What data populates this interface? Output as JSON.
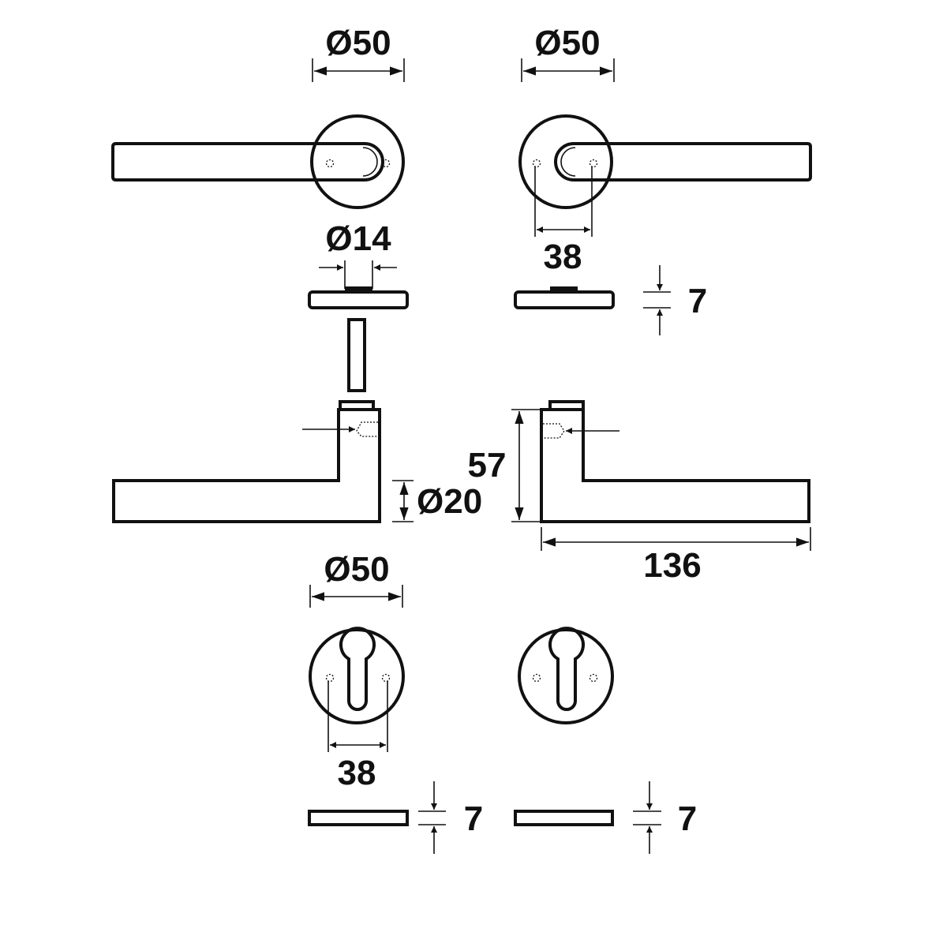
{
  "diagram": {
    "colors": {
      "ink": "#111111",
      "paper": "#ffffff"
    },
    "dimensions": {
      "rose_diameter_left": "Ø50",
      "rose_diameter_right": "Ø50",
      "spindle_diameter": "Ø14",
      "screw_spacing_top": "38",
      "rose_thickness_top": "7",
      "handle_height": "57",
      "handle_bar_diameter": "Ø20",
      "handle_length": "136",
      "escutcheon_diameter": "Ø50",
      "screw_spacing_bottom": "38",
      "escutcheon_thickness_left": "7",
      "escutcheon_thickness_right": "7"
    }
  }
}
